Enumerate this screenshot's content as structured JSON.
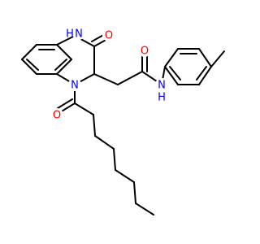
{
  "colors": {
    "bond": "#000000",
    "oxygen": "#ff0000",
    "nitrogen": "#0000ff"
  },
  "atoms": {
    "nh_ring_label": "N",
    "nh_ring_h_label": "H",
    "n_ring_label": "N",
    "nh_amide_label": "N",
    "nh_amide_h_label": "H",
    "o_lactam_label": "O",
    "o_amide_label": "O",
    "o_acyl_label": "O"
  }
}
